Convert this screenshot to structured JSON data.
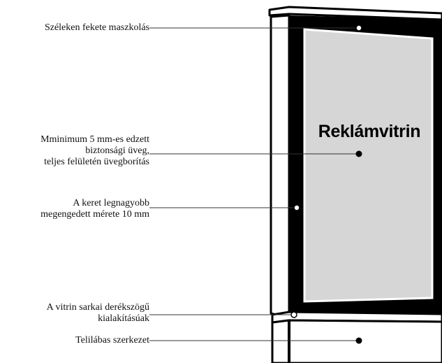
{
  "product_title": "Reklámvitrin",
  "annotations": [
    {
      "id": "masking",
      "lines": [
        "Széleken fekete maszkolás"
      ]
    },
    {
      "id": "glass",
      "lines": [
        "Mminimum 5 mm-es edzett",
        "biztonsági üveg,",
        "teljes felületén üvegborítás"
      ]
    },
    {
      "id": "frame",
      "lines": [
        "A keret legnagyobb",
        "megengedett mérete 10 mm"
      ]
    },
    {
      "id": "corners",
      "lines": [
        "A vitrin sarkai derékszögű",
        "kialakításúak"
      ]
    },
    {
      "id": "base",
      "lines": [
        "Telilábas szerkezet"
      ]
    }
  ],
  "colors": {
    "frame": "#000000",
    "panel": "#d6d6d6",
    "background": "#ffffff",
    "leader": "#333333"
  }
}
